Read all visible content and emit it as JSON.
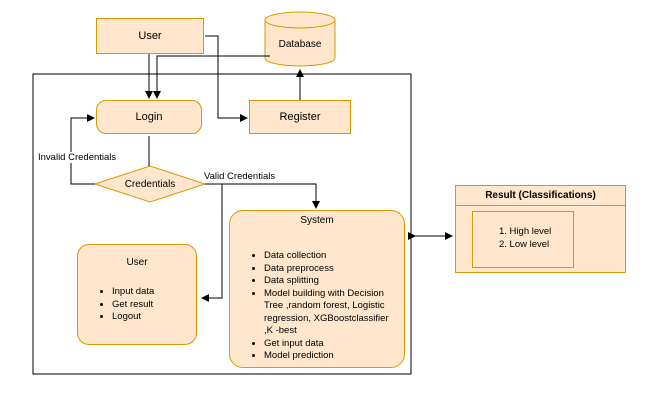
{
  "nodes": {
    "user_top": "User",
    "database": "Database",
    "login": "Login",
    "register": "Register",
    "credentials": "Credentials",
    "system_title": "System",
    "user_panel_title": "User",
    "result_title": "Result (Classifications)"
  },
  "edge_labels": {
    "invalid": "Invalid Credentials",
    "valid": "Valid Credentials"
  },
  "system_items": [
    "Data collection",
    "Data preprocess",
    "Data splitting",
    "Model building with Decision Tree ,random forest, Logistic regression, XGBoostclassifier ,K -best",
    "Get input data",
    "Model prediction"
  ],
  "user_items": [
    "Input data",
    "Get result",
    "Logout"
  ],
  "result_items": [
    "1. High level",
    "2. Low level"
  ],
  "colors": {
    "fill": "#ffe6cc",
    "stroke": "#d79b00"
  }
}
